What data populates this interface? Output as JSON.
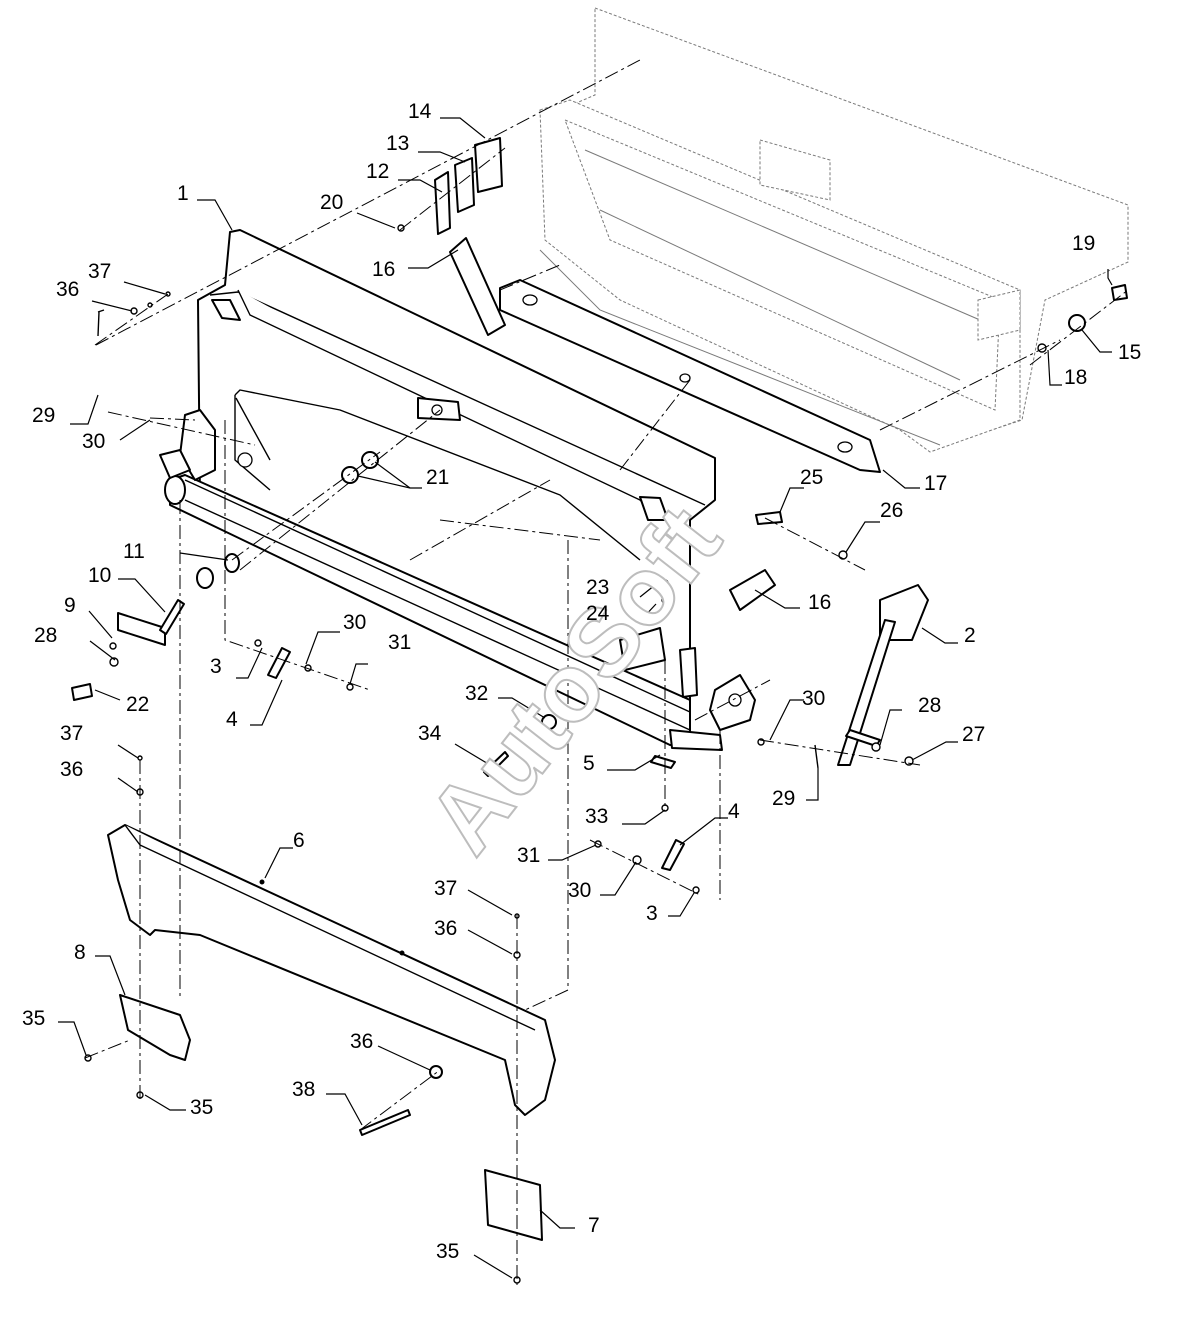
{
  "watermark": "AutoSoft",
  "callouts": {
    "c1": "1",
    "c2": "2",
    "c3a": "3",
    "c3b": "3",
    "c4a": "4",
    "c4b": "4",
    "c5": "5",
    "c6": "6",
    "c7": "7",
    "c8": "8",
    "c9": "9",
    "c10": "10",
    "c11": "11",
    "c12": "12",
    "c13": "13",
    "c14": "14",
    "c15": "15",
    "c16a": "16",
    "c16b": "16",
    "c17": "17",
    "c18": "18",
    "c19": "19",
    "c20": "20",
    "c21": "21",
    "c22": "22",
    "c23": "23",
    "c24": "24",
    "c25": "25",
    "c26": "26",
    "c27": "27",
    "c28a": "28",
    "c28b": "28",
    "c29a": "29",
    "c29b": "29",
    "c30a": "30",
    "c30b": "30",
    "c30c": "30",
    "c30d": "30",
    "c31a": "31",
    "c31b": "31",
    "c32": "32",
    "c33": "33",
    "c34": "34",
    "c35a": "35",
    "c35b": "35",
    "c35c": "35",
    "c36a": "36",
    "c36b": "36",
    "c36c": "36",
    "c36d": "36",
    "c37a": "37",
    "c37b": "37",
    "c37c": "37",
    "c38": "38"
  }
}
